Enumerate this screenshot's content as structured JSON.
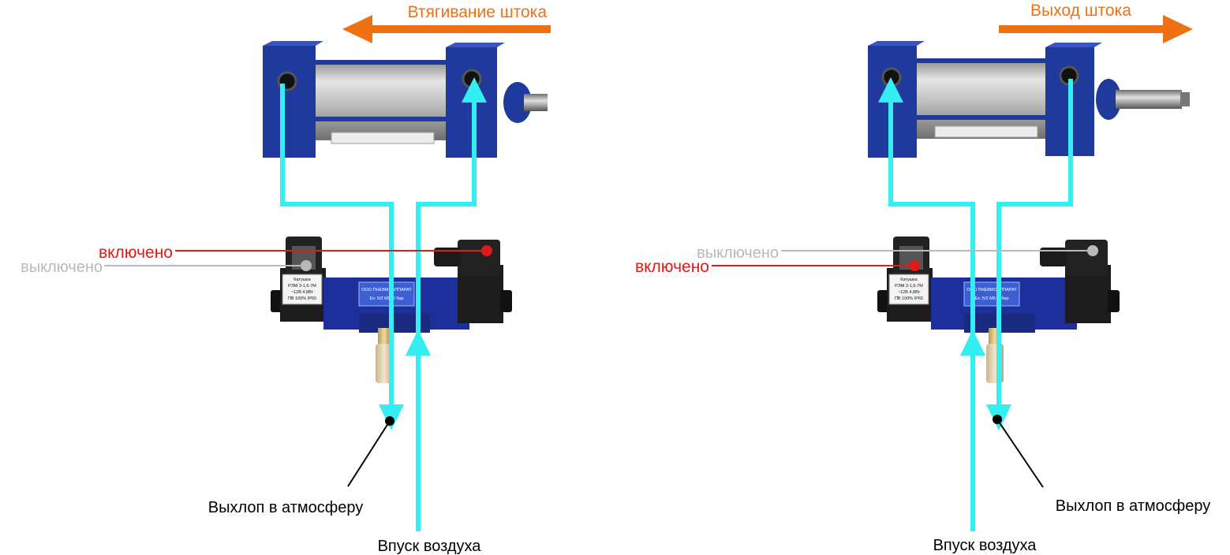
{
  "colors": {
    "airflow": "#33eef3",
    "direction_arrow": "#f07014",
    "on": "#e11919",
    "off": "#b9b9b9",
    "cylinder": "#1f3a9c",
    "valve_body": "#1c2f9a",
    "coil": "#1c1c1c",
    "leader": "#000000",
    "label_text": "#000000"
  },
  "left_panel": {
    "direction_label": "Втягивание штока",
    "on_label": "включено",
    "off_label": "выключено",
    "exhaust_label": "Выхлоп в атмосферу",
    "intake_label": "Впуск воздуха",
    "rod_state": "retracted",
    "direction": "left",
    "coil_panel_lines": [
      "Катушка",
      "РЭМ 3-1,6-7М",
      "~12В  4,8Вт",
      "ПВ 100% IP65"
    ],
    "plate_lines": [
      "ООО ПНЕВМОАППАРАТ",
      "Ex: 5/2  M5: 6 бар"
    ]
  },
  "right_panel": {
    "direction_label": "Выход штока",
    "on_label": "включено",
    "off_label": "выключено",
    "exhaust_label": "Выхлоп в атмосферу",
    "intake_label": "Впуск воздуха",
    "rod_state": "extended",
    "direction": "right",
    "coil_panel_lines": [
      "Катушка",
      "РЭМ 3-1,6-7М",
      "~12В  4,8Вт",
      "ПВ 100% IP65"
    ],
    "plate_lines": [
      "ООО ПНЕВМОАППАРАТ",
      "Ex: 5/2  M5: 6 бар"
    ]
  }
}
